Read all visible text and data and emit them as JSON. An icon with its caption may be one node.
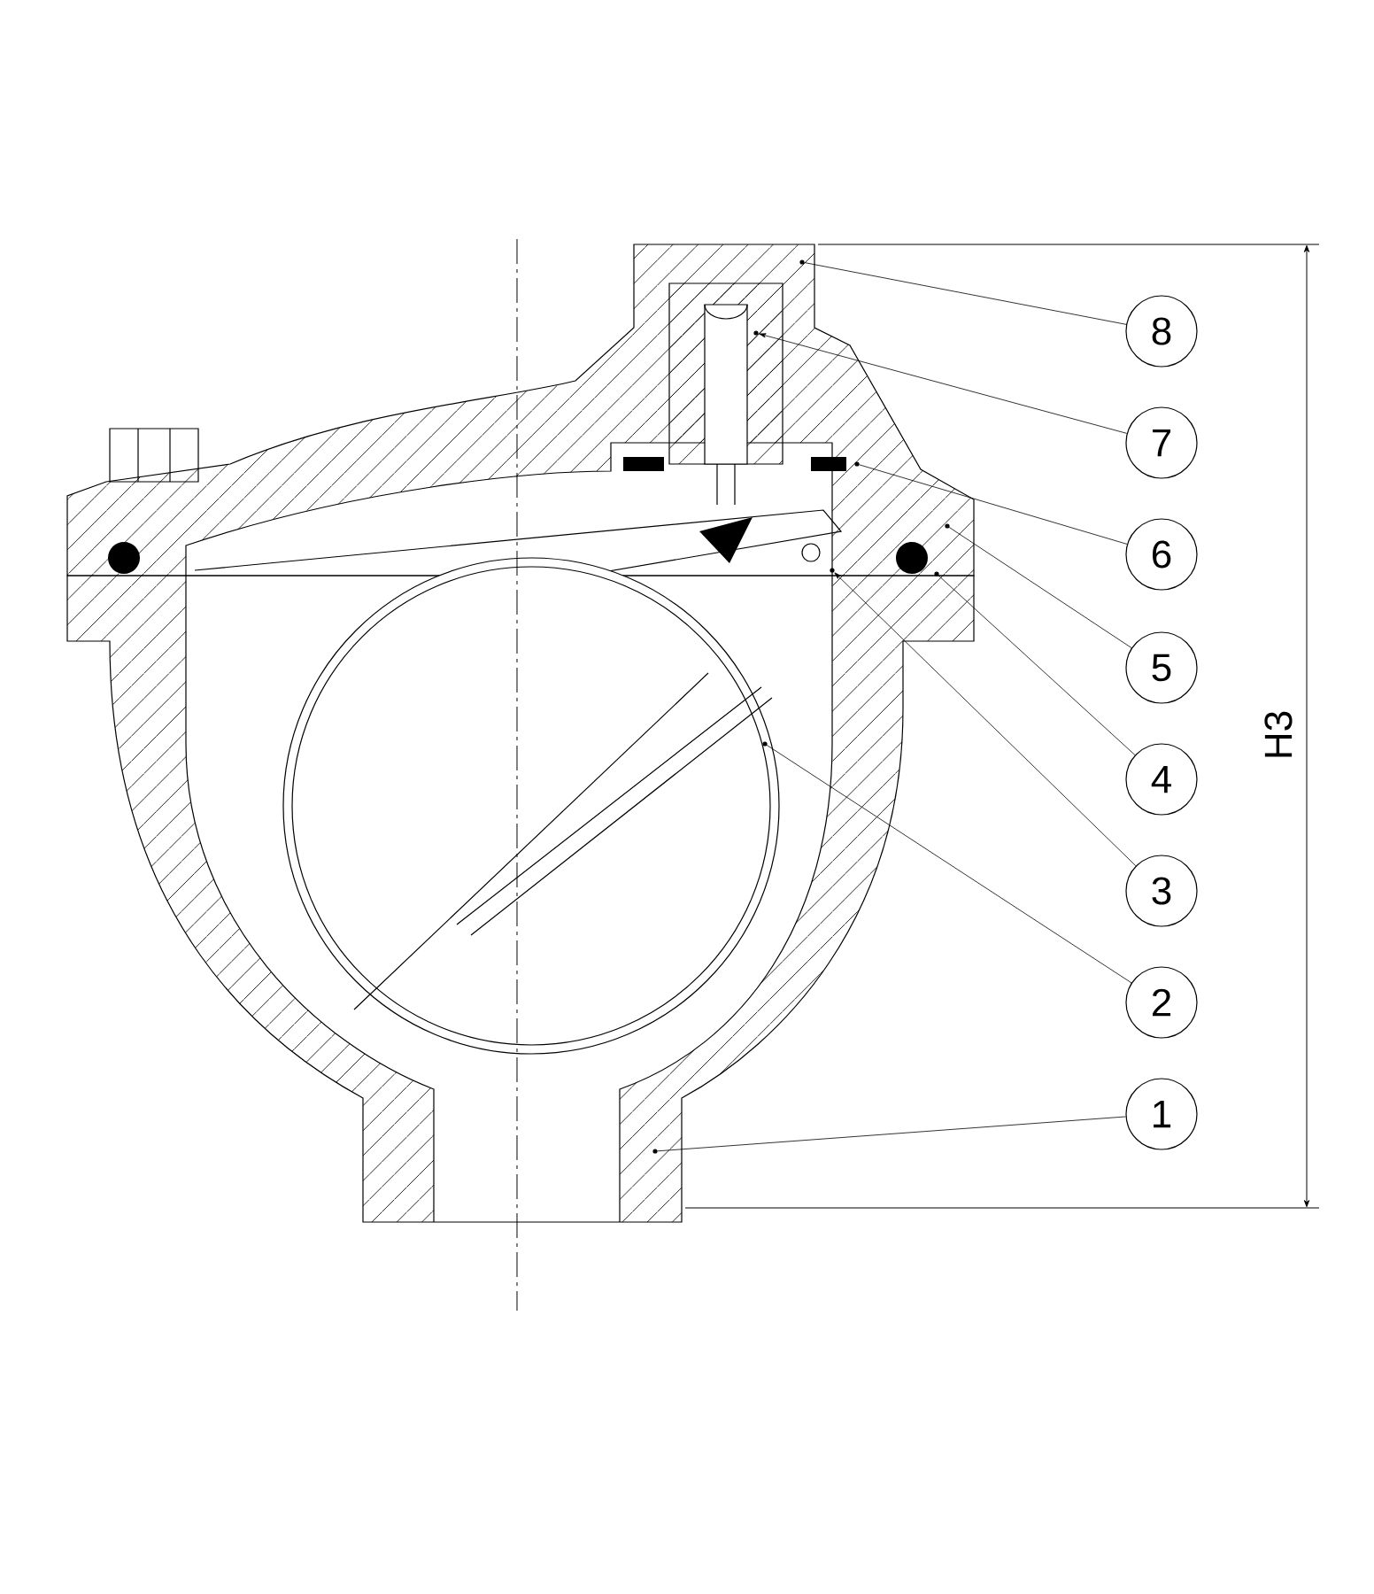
{
  "diagram": {
    "nodes": [
      {
        "text": [
          "1"
        ]
      },
      {
        "text": [
          "2"
        ]
      },
      {
        "text": [
          "3"
        ]
      },
      {
        "text": [
          "4"
        ]
      },
      {
        "text": [
          "5"
        ]
      },
      {
        "text": [
          "6"
        ]
      },
      {
        "text": [
          "7"
        ]
      },
      {
        "text": [
          "8"
        ]
      },
      {
        "text": [],
        "shape": "dot"
      },
      {
        "text": [],
        "shape": "dot"
      },
      {
        "text": [],
        "shape": "dot"
      },
      {
        "text": [],
        "shape": "dot"
      },
      {
        "text": [],
        "shape": "dot"
      },
      {
        "text": [],
        "shape": "dot"
      },
      {
        "text": [],
        "shape": "dot"
      },
      {
        "text": [],
        "shape": "dot"
      }
    ],
    "edges": [
      {
        "from": 0,
        "to": 8,
        "arrow": "none"
      },
      {
        "from": 1,
        "to": 9,
        "arrow": "none"
      },
      {
        "from": 2,
        "to": 10,
        "arrow": "to"
      },
      {
        "from": 3,
        "to": 11,
        "arrow": "none"
      },
      {
        "from": 4,
        "to": 12,
        "arrow": "none"
      },
      {
        "from": 5,
        "to": 13,
        "arrow": "none"
      },
      {
        "from": 6,
        "to": 14,
        "arrow": "to"
      },
      {
        "from": 7,
        "to": 15,
        "arrow": "none"
      }
    ],
    "labels": [
      "H3"
    ]
  }
}
